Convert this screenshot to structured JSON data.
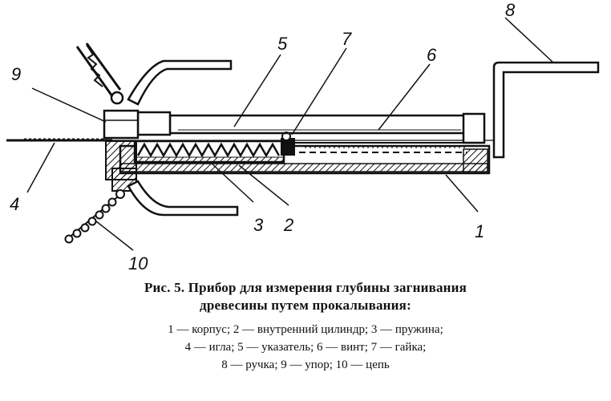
{
  "labels": {
    "l1": "1",
    "l2": "2",
    "l3": "3",
    "l4": "4",
    "l5": "5",
    "l6": "6",
    "l7": "7",
    "l8": "8",
    "l9": "9",
    "l10": "10"
  },
  "caption": {
    "title_line1": "Рис. 5. Прибор для измерения глубины загнивания",
    "title_line2": "древесины путем прокалывания:",
    "legend_line1": "1 — корпус; 2 — внутренний цилиндр; 3 — пружина;",
    "legend_line2": "4 — игла; 5 — указатель; 6 — винт; 7 — гайка;",
    "legend_line3": "8 — ручка; 9 — упор; 10 — цепь"
  }
}
